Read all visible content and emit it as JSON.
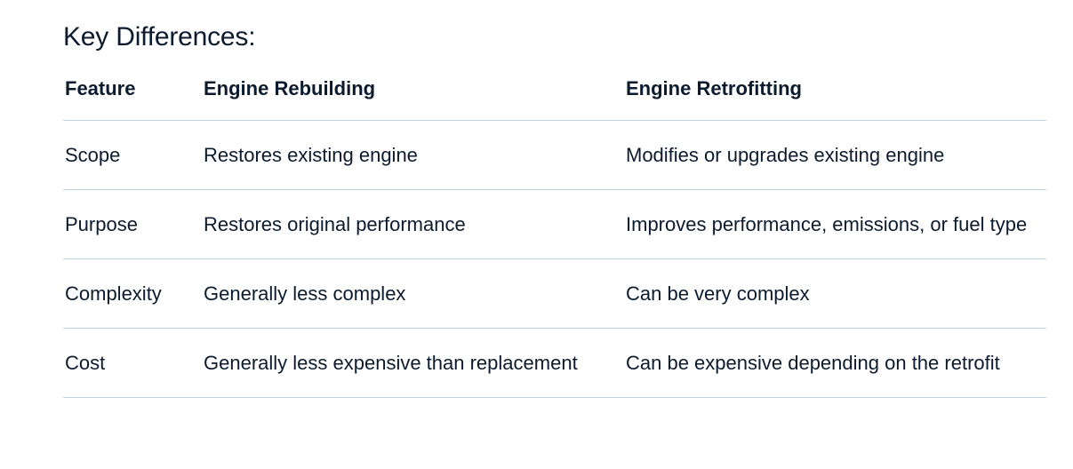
{
  "heading": "Key Differences:",
  "table": {
    "headers": [
      "Feature",
      "Engine Rebuilding",
      "Engine Retrofitting"
    ],
    "rows": [
      [
        "Scope",
        "Restores existing engine",
        "Modifies or upgrades existing engine"
      ],
      [
        "Purpose",
        "Restores original performance",
        "Improves performance, emissions, or fuel type"
      ],
      [
        "Complexity",
        "Generally less complex",
        "Can be very complex"
      ],
      [
        "Cost",
        "Generally less expensive than replacement",
        "Can be expensive depending on the retrofit"
      ]
    ]
  }
}
